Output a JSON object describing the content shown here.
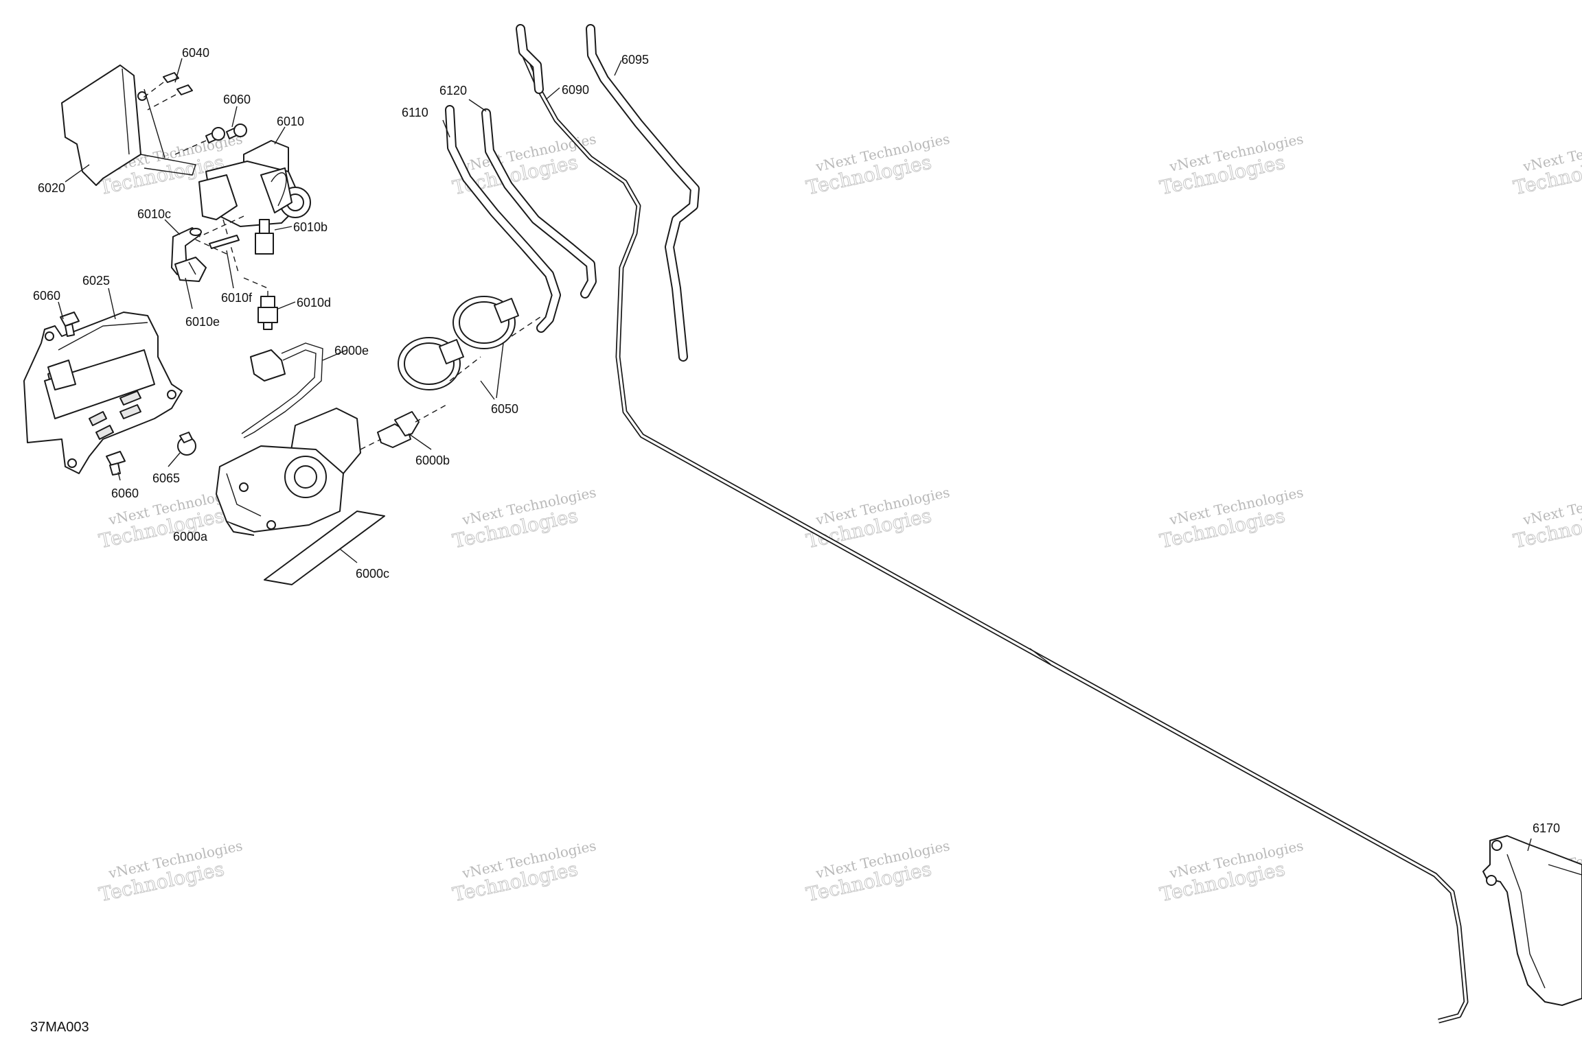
{
  "diagram_code": "37MA003",
  "watermark": {
    "line1": "vNext Technologies",
    "line2": "Technologies"
  },
  "callouts": {
    "p6040": "6040",
    "p6060_top": "6060",
    "p6010": "6010",
    "p6020": "6020",
    "p6010c": "6010c",
    "p6010b": "6010b",
    "p6010f": "6010f",
    "p6010e": "6010e",
    "p6010d": "6010d",
    "p6060_mid": "6060",
    "p6025": "6025",
    "p6000e": "6000e",
    "p6050": "6050",
    "p6000b": "6000b",
    "p6065": "6065",
    "p6060_low": "6060",
    "p6000a": "6000a",
    "p6000c": "6000c",
    "p6110": "6110",
    "p6120": "6120",
    "p6090": "6090",
    "p6095": "6095",
    "p6170": "6170"
  }
}
